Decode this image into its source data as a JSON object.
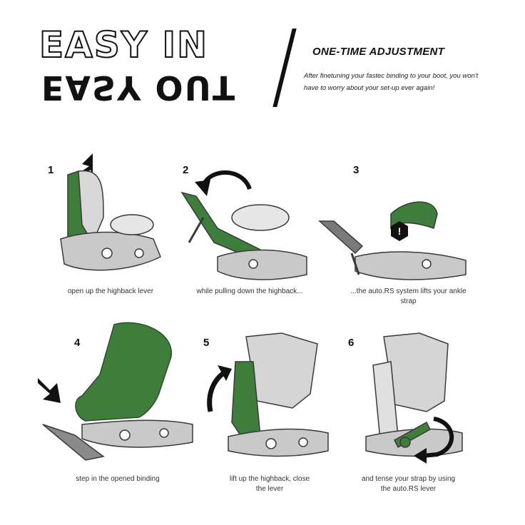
{
  "header": {
    "title_in": "EASY IN",
    "title_out": "EASY OUT",
    "headline": "ONE-TIME ADJUSTMENT",
    "subtext": "After finetuning your fastec binding to your boot, you won't have to worry about your set-up ever again!"
  },
  "steps": [
    {
      "number": "1",
      "caption": "open up the highback lever"
    },
    {
      "number": "2",
      "caption": "while pulling down the highback..."
    },
    {
      "number": "3",
      "caption": "...the auto.RS system lifts your ankle strap"
    },
    {
      "number": "4",
      "caption": "step in the opened binding"
    },
    {
      "number": "5",
      "caption": "lift up the highback, close the lever"
    },
    {
      "number": "6",
      "caption": "and tense your strap by using the auto.RS lever"
    }
  ],
  "colors": {
    "accent_green": "#3f7d3c",
    "binding_gray": "#c9c9c9",
    "outline": "#3a3a3a"
  }
}
